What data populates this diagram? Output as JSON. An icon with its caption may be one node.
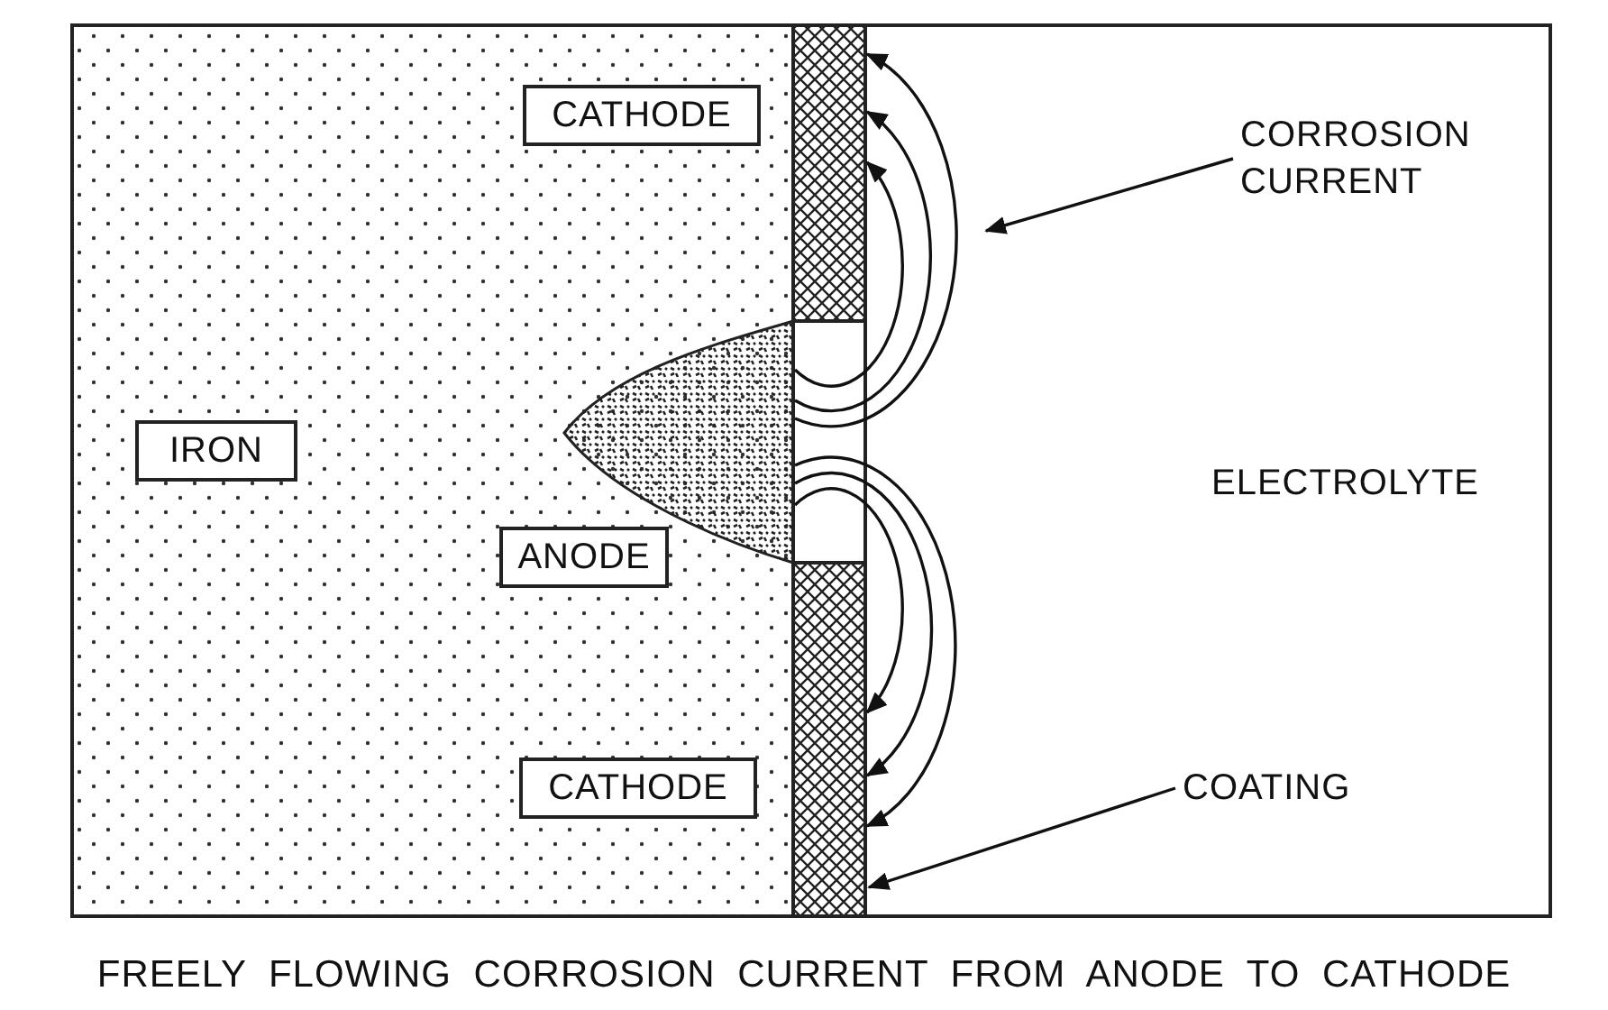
{
  "diagram": {
    "caption": "FREELY FLOWING CORROSION CURRENT FROM ANODE TO CATHODE",
    "nodes": [
      {
        "text": [
          "CATHODE"
        ]
      },
      {
        "text": [
          "IRON"
        ]
      },
      {
        "text": [
          "ANODE"
        ]
      },
      {
        "text": [
          "CATHODE"
        ]
      },
      {
        "text": [
          "CORROSION CURRENT"
        ]
      },
      {
        "text": [],
        "shape": "picture"
      },
      {
        "text": [
          "COATING"
        ]
      },
      {
        "text": [],
        "shape": "bar"
      }
    ],
    "edges": [
      {
        "from": 4,
        "to": null,
        "arrow": "to"
      },
      {
        "from": 6,
        "to": 7,
        "arrow": "to"
      },
      {
        "from": 5,
        "to": 7,
        "arrow": "to"
      },
      {
        "from": 5,
        "to": 7,
        "arrow": "to"
      },
      {
        "from": 5,
        "to": 7,
        "arrow": "to"
      },
      {
        "from": 5,
        "to": 7,
        "arrow": "to"
      },
      {
        "from": 5,
        "to": 7,
        "arrow": "to"
      },
      {
        "from": 5,
        "to": 7,
        "arrow": "to"
      }
    ],
    "labels": [
      "ELECTROLYTE"
    ]
  }
}
